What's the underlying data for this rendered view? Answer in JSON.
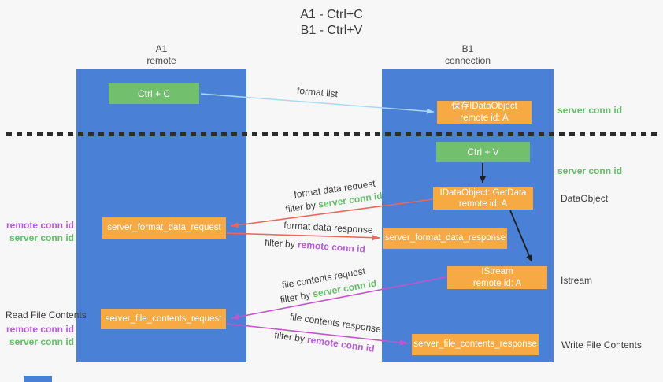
{
  "title": {
    "line1": "A1 - Ctrl+C",
    "line2": "B1 - Ctrl+V"
  },
  "lanes": {
    "left": {
      "id": "A1",
      "name": "remote"
    },
    "right": {
      "id": "B1",
      "name": "connection"
    }
  },
  "nodes": {
    "ctrl_c": {
      "label": "Ctrl + C"
    },
    "save_dataobject": {
      "line1": "保存IDataObject",
      "line2": "remote id: A"
    },
    "ctrl_v": {
      "label": "Ctrl + V"
    },
    "getdata": {
      "line1": "IDataObject::GetData",
      "line2": "remote id: A"
    },
    "format_request": {
      "label": "server_format_data_request"
    },
    "format_response": {
      "label": "server_format_data_response"
    },
    "istream": {
      "line1": "IStream",
      "line2": "remote id: A"
    },
    "file_request": {
      "label": "server_file_contents_request"
    },
    "file_response": {
      "label": "server_file_contents_response"
    }
  },
  "side_labels": {
    "server_conn_id_top": "server conn id",
    "server_conn_id_mid": "server conn id",
    "dataobject": "DataObject",
    "istream": "Istream",
    "write_file_contents": "Write File Contents",
    "read_file_contents": "Read File Contents",
    "left_group1": {
      "remote_conn_id": "remote conn id",
      "server_conn_id": "server conn id"
    },
    "left_group2": {
      "remote_conn_id": "remote conn id",
      "server_conn_id": "server conn id"
    }
  },
  "arrow_labels": {
    "format_list": "format list",
    "format_data_request": "format data request",
    "filter_by_server_1": {
      "prefix": "filter by ",
      "value": "server conn id"
    },
    "format_data_response": "format data response",
    "filter_by_remote_1": {
      "prefix": "filter by ",
      "value": "remote conn id"
    },
    "file_contents_request": "file contents request",
    "filter_by_server_2": {
      "prefix": "filter by ",
      "value": "server conn id"
    },
    "file_contents_response": "file contents response",
    "filter_by_remote_2": {
      "prefix": "filter by ",
      "value": "remote conn id"
    }
  },
  "colors": {
    "lane_blue": "#4a80d5",
    "node_green": "#72bf6d",
    "node_orange": "#f7a943",
    "label_green": "#67bd6a",
    "label_purple": "#b55cd9",
    "arrow_red": "#ec665c",
    "arrow_magenta": "#c553cb",
    "arrow_blue": "#aad9f2",
    "arrow_black": "#1f1f1f",
    "divider_black": "#2c2c2c"
  }
}
